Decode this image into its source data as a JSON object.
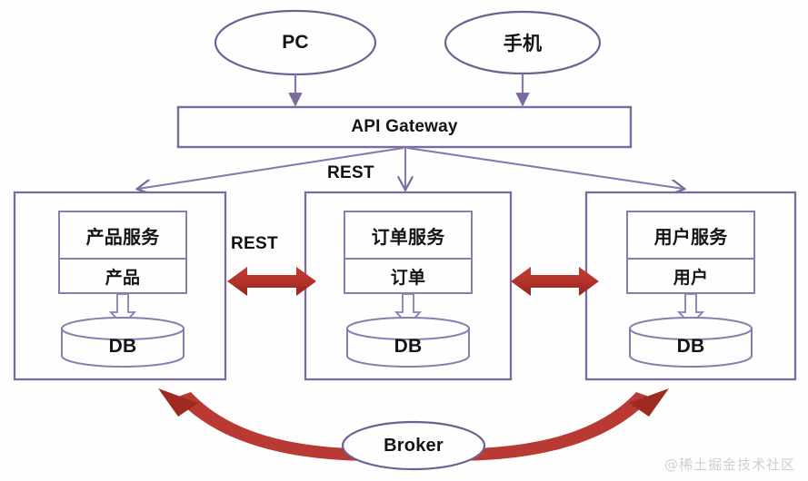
{
  "diagram": {
    "title": "Microservices architecture with API Gateway and Broker",
    "colors": {
      "stroke_purple": "#7a6a9e",
      "stroke_purple_light": "#9b8fbc",
      "arrow_red": "#b7342c",
      "arrow_red_dark": "#9e2a22",
      "node_fill": "#fefeff",
      "background": "#ffffff",
      "text": "#141414",
      "watermark": "#cfcfcf"
    },
    "clients": [
      {
        "id": "client-pc",
        "label": "PC"
      },
      {
        "id": "client-mobile",
        "label": "手机"
      }
    ],
    "gateway": {
      "id": "api-gateway",
      "label": "API Gateway"
    },
    "services": [
      {
        "id": "product-service",
        "service_label": "产品服务",
        "entity_label": "产品",
        "db_label": "DB"
      },
      {
        "id": "order-service",
        "service_label": "订单服务",
        "entity_label": "订单",
        "db_label": "DB"
      },
      {
        "id": "user-service",
        "service_label": "用户服务",
        "entity_label": "用户",
        "db_label": "DB"
      }
    ],
    "broker": {
      "id": "broker",
      "label": "Broker"
    },
    "edge_labels": {
      "gateway_to_services": "REST",
      "product_to_order": "REST"
    },
    "watermark": "@稀土掘金技术社区"
  }
}
